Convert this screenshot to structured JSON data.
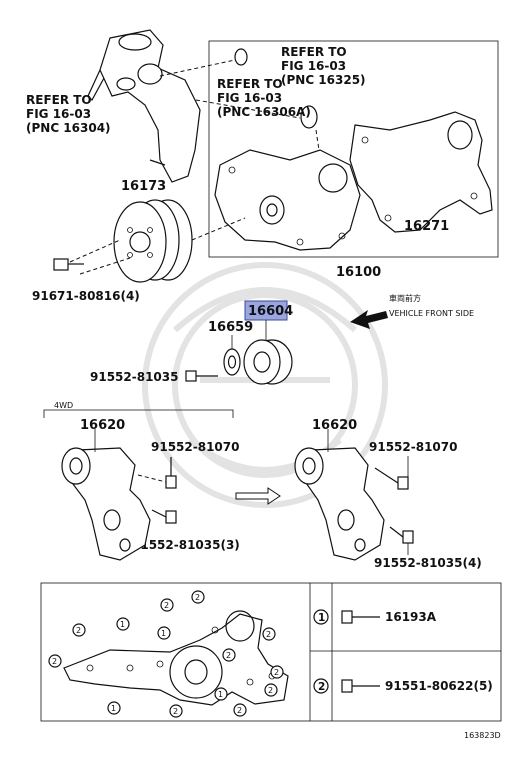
{
  "labels": {
    "refer_left": [
      "REFER TO",
      "FIG 16-03",
      "(PNC 16304)"
    ],
    "refer_mid": [
      "REFER TO",
      "FIG 16-03",
      "(PNC 16306A)"
    ],
    "refer_right": [
      "REFER TO",
      "FIG 16-03",
      "(PNC 16325)"
    ],
    "p16173": "16173",
    "p16271": "16271",
    "p16100": "16100",
    "p91671": "91671-80816(4)",
    "p16604": "16604",
    "p16659": "16659",
    "p91552_81035": "91552-81035",
    "vehicle_jp": "車両前方",
    "vehicle_en": "VEHICLE FRONT SIDE",
    "fourwd": "4WD",
    "p16620_left": "16620",
    "p16620_right": "16620",
    "p91552_81070_left": "91552-81070",
    "p91552_81070_right": "91552-81070",
    "p91552_81035_3": "91552-81035(3)",
    "p91552_81035_4": "91552-81035(4)",
    "legend_1": "1",
    "legend_2": "2",
    "p16193A": "16193A",
    "p91551_80622": "91551-80622(5)",
    "callout_1": "1",
    "callout_2": "2",
    "figure_code": "163823D"
  },
  "highlight_color": "#9aa6e0"
}
